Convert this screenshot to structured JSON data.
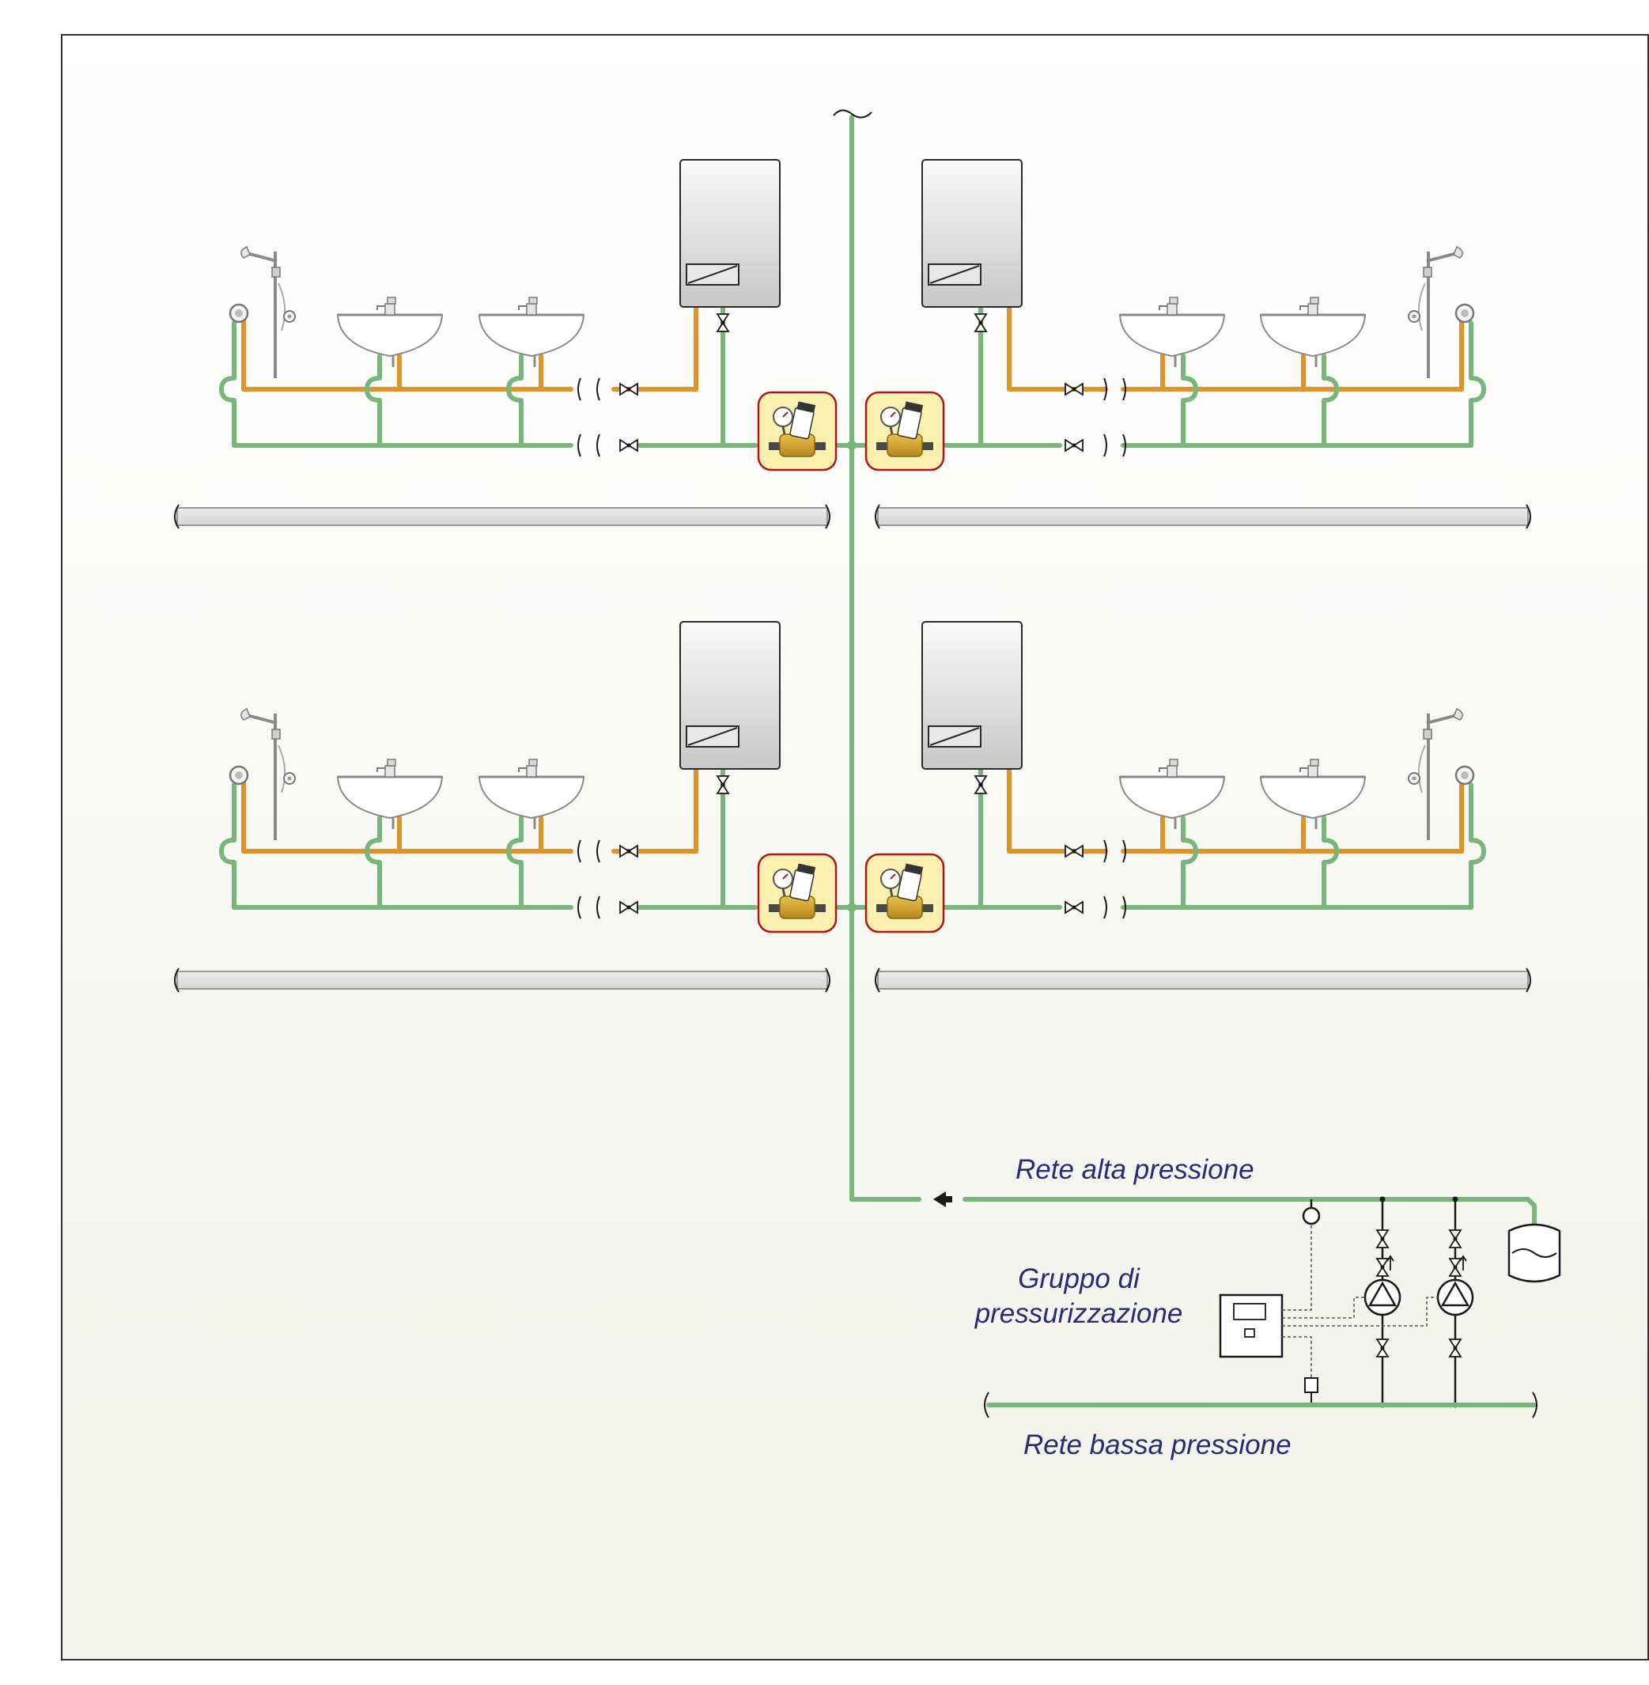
{
  "labels": {
    "high_pressure": "Rete alta pressione",
    "group_line1": "Gruppo di",
    "group_line2": "pressurizzazione",
    "low_pressure": "Rete bassa pressione"
  },
  "colors": {
    "cold_pipe": "#79b67a",
    "hot_pipe": "#e2922b",
    "text": "#2a2a7a",
    "valve_box_fill": "#fdf1b0",
    "valve_box_border": "#b0161b",
    "background": "#f6f6ef"
  },
  "floors": 2,
  "units_per_floor": 2,
  "unit_components": [
    "shower-icon",
    "washbasin-icon",
    "washbasin-icon",
    "water-heater-icon",
    "pressure-reducer-valve-icon"
  ],
  "pump_count": 2
}
